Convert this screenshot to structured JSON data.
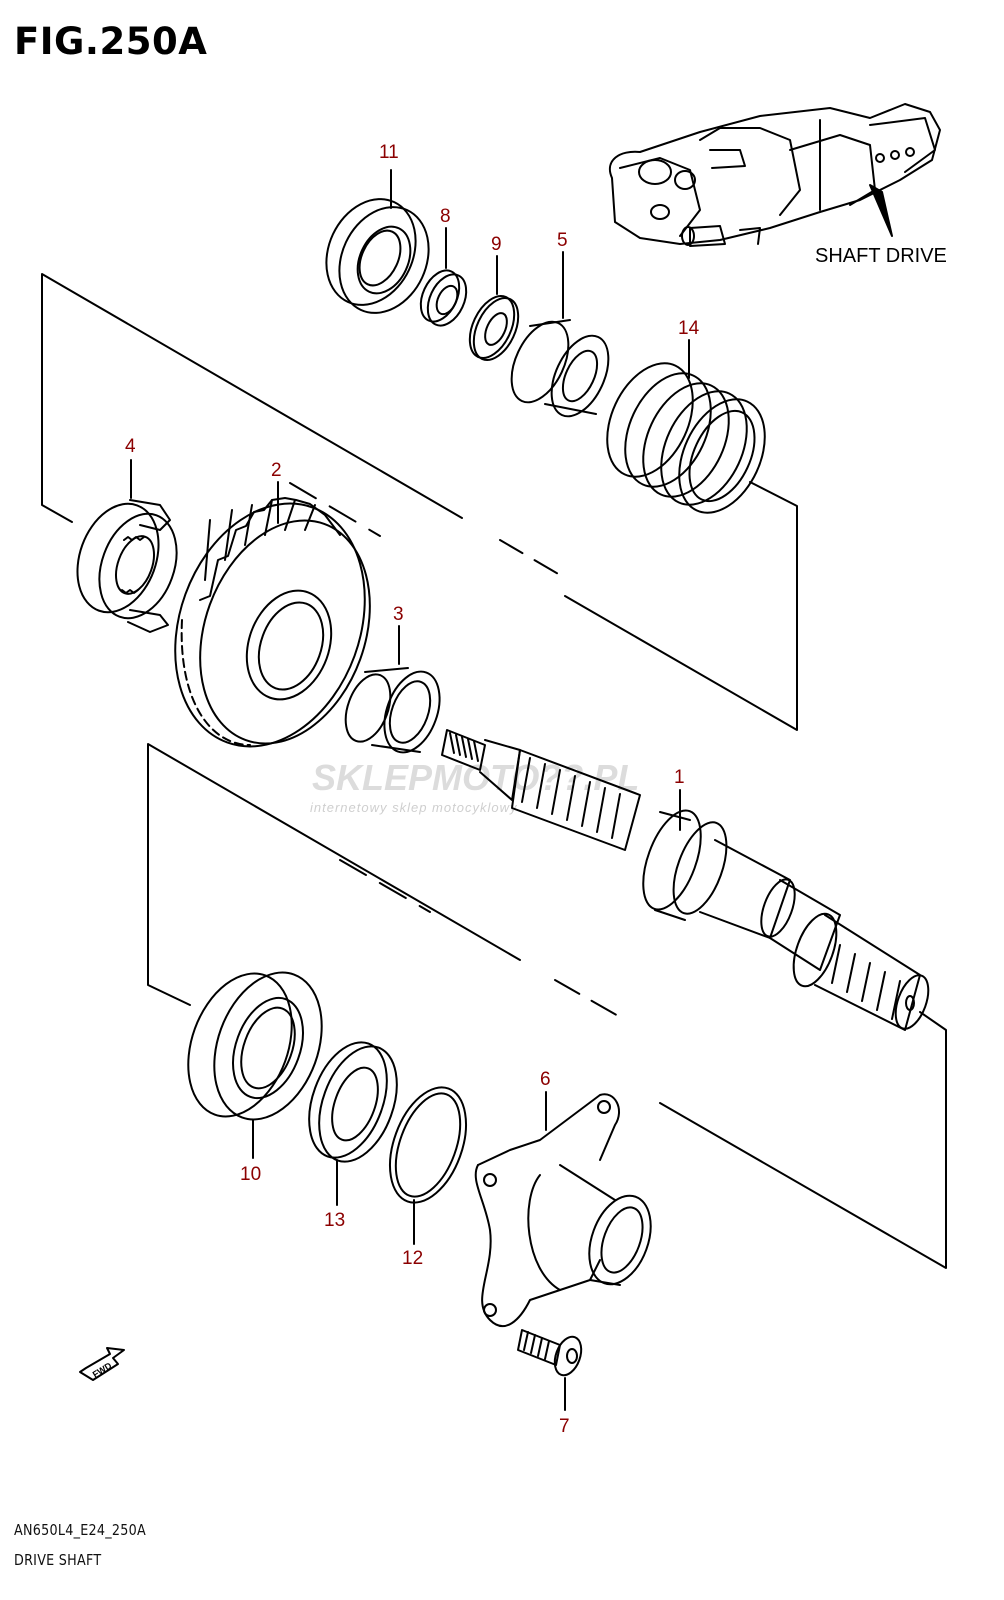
{
  "figure_title": "FIG.250A",
  "inset_label": "SHAFT DRIVE",
  "parts": [
    {
      "id": "part-1",
      "label": "1"
    },
    {
      "id": "part-2",
      "label": "2"
    },
    {
      "id": "part-3",
      "label": "3"
    },
    {
      "id": "part-4",
      "label": "4"
    },
    {
      "id": "part-5",
      "label": "5"
    },
    {
      "id": "part-6",
      "label": "6"
    },
    {
      "id": "part-7",
      "label": "7"
    },
    {
      "id": "part-8",
      "label": "8"
    },
    {
      "id": "part-9",
      "label": "9"
    },
    {
      "id": "part-10",
      "label": "10"
    },
    {
      "id": "part-11",
      "label": "11"
    },
    {
      "id": "part-12",
      "label": "12"
    },
    {
      "id": "part-13",
      "label": "13"
    },
    {
      "id": "part-14",
      "label": "14"
    }
  ],
  "watermark": {
    "brand": "SKLEPMOTO??.PL",
    "tagline": "internetowy sklep motocyklowy"
  },
  "fwd_label": "FWD",
  "footer": {
    "model_code": "AN650L4_E24_250A",
    "caption": "DRIVE SHAFT"
  },
  "colors": {
    "part_label": "#8b0000",
    "line": "#000000",
    "watermark": "#d8d8d8"
  }
}
